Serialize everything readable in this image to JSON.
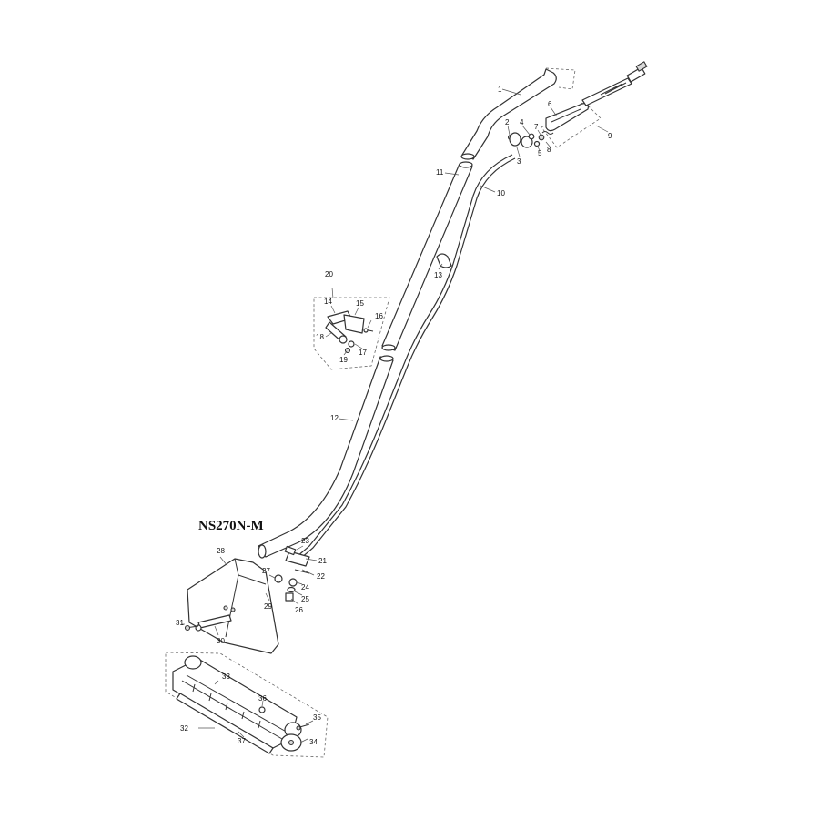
{
  "diagram": {
    "model_label": "NS270N-M",
    "part_numbers": [
      "1",
      "2",
      "3",
      "4",
      "5",
      "6",
      "7",
      "8",
      "9",
      "10",
      "11",
      "12",
      "13",
      "14",
      "15",
      "16",
      "17",
      "18",
      "19",
      "20",
      "21",
      "22",
      "23",
      "24",
      "25",
      "26",
      "27",
      "28",
      "29",
      "30",
      "31",
      "32",
      "33",
      "34",
      "35",
      "36",
      "37"
    ]
  }
}
